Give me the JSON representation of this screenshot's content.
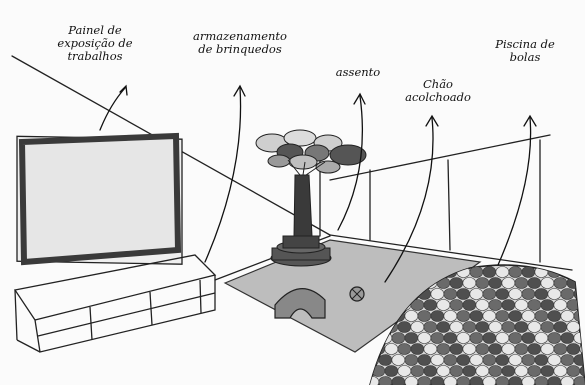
{
  "annotations": {
    "display_panel": "Painel de\nexposição de\ntrabalhos",
    "toy_storage": "armazenamento\nde brinquedos",
    "seat": "assento",
    "padded_floor": "Chão\nacolchoado",
    "ball_pit": "Piscina de\nbolas"
  }
}
